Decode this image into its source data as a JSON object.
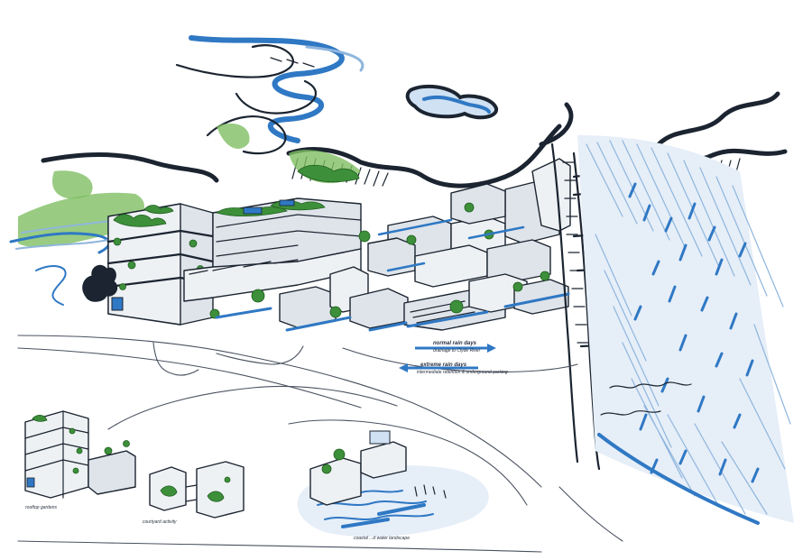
{
  "annotations": {
    "normal_rain": {
      "title": "normal rain days",
      "detail": "drainage to Clyde River"
    },
    "extreme_rain": {
      "title": "extreme rain days",
      "detail": "intermediate retention & underground parking"
    }
  },
  "vignettes": [
    {
      "caption": "rooftop gardens"
    },
    {
      "caption": "courtyard activity"
    },
    {
      "caption": "coastal ...d water landscape"
    }
  ],
  "colors": {
    "ink": "#1b2430",
    "water_blue": "#2f78c4",
    "greenery": "#3d8f3a",
    "building_fill": "#dfe4ea"
  }
}
